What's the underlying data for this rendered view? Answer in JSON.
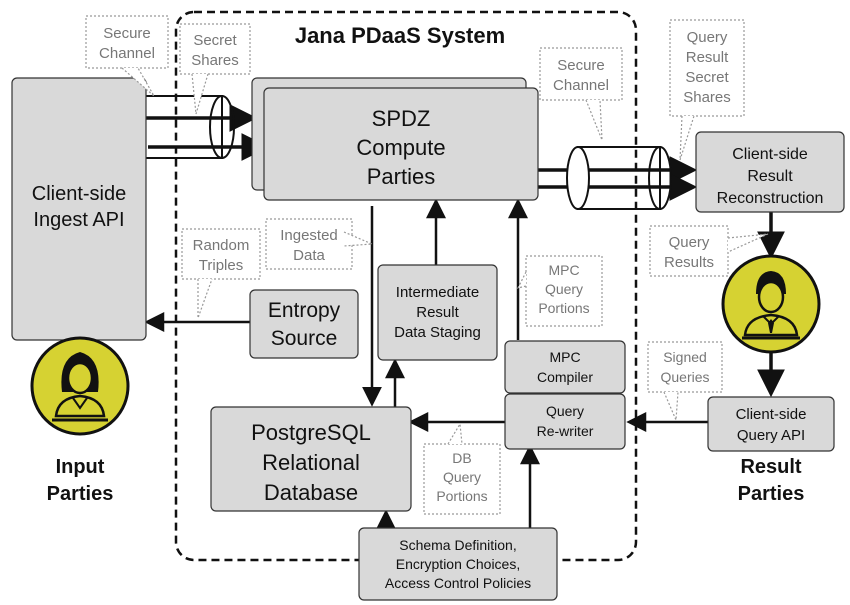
{
  "system_title": "Jana PDaaS System",
  "boxes": {
    "client_ingest": [
      "Client-side",
      "Ingest API"
    ],
    "spdz": [
      "SPDZ",
      "Compute",
      "Parties"
    ],
    "client_reconstruction": [
      "Client-side",
      "Result",
      "Reconstruction"
    ],
    "entropy": [
      "Entropy",
      "Source"
    ],
    "staging": [
      "Intermediate",
      "Result",
      "Data Staging"
    ],
    "mpc_compiler": [
      "MPC",
      "Compiler"
    ],
    "query_rewriter": [
      "Query",
      "Re-writer"
    ],
    "postgres": [
      "PostgreSQL",
      "Relational",
      "Database"
    ],
    "client_query_api": [
      "Client-side",
      "Query API"
    ],
    "schema": [
      "Schema Definition,",
      "Encryption Choices,",
      "Access Control Policies"
    ]
  },
  "callouts": {
    "secure_channel_left": [
      "Secure",
      "Channel"
    ],
    "secret_shares": [
      "Secret",
      "Shares"
    ],
    "secure_channel_right": [
      "Secure",
      "Channel"
    ],
    "query_result_secret_shares": [
      "Query",
      "Result",
      "Secret",
      "Shares"
    ],
    "random_triples": [
      "Random",
      "Triples"
    ],
    "ingested_data": [
      "Ingested",
      "Data"
    ],
    "mpc_query_portions": [
      "MPC",
      "Query",
      "Portions"
    ],
    "query_results": [
      "Query",
      "Results"
    ],
    "signed_queries": [
      "Signed",
      "Queries"
    ],
    "db_query_portions": [
      "DB",
      "Query",
      "Portions"
    ]
  },
  "parties": {
    "input": [
      "Input",
      "Parties"
    ],
    "result": [
      "Result",
      "Parties"
    ]
  },
  "colors": {
    "box_fill": "#d9d9d9",
    "box_stroke": "#333333",
    "avatar_fill": "#d6d232",
    "callout_stroke": "#999999",
    "callout_text": "#777777"
  }
}
